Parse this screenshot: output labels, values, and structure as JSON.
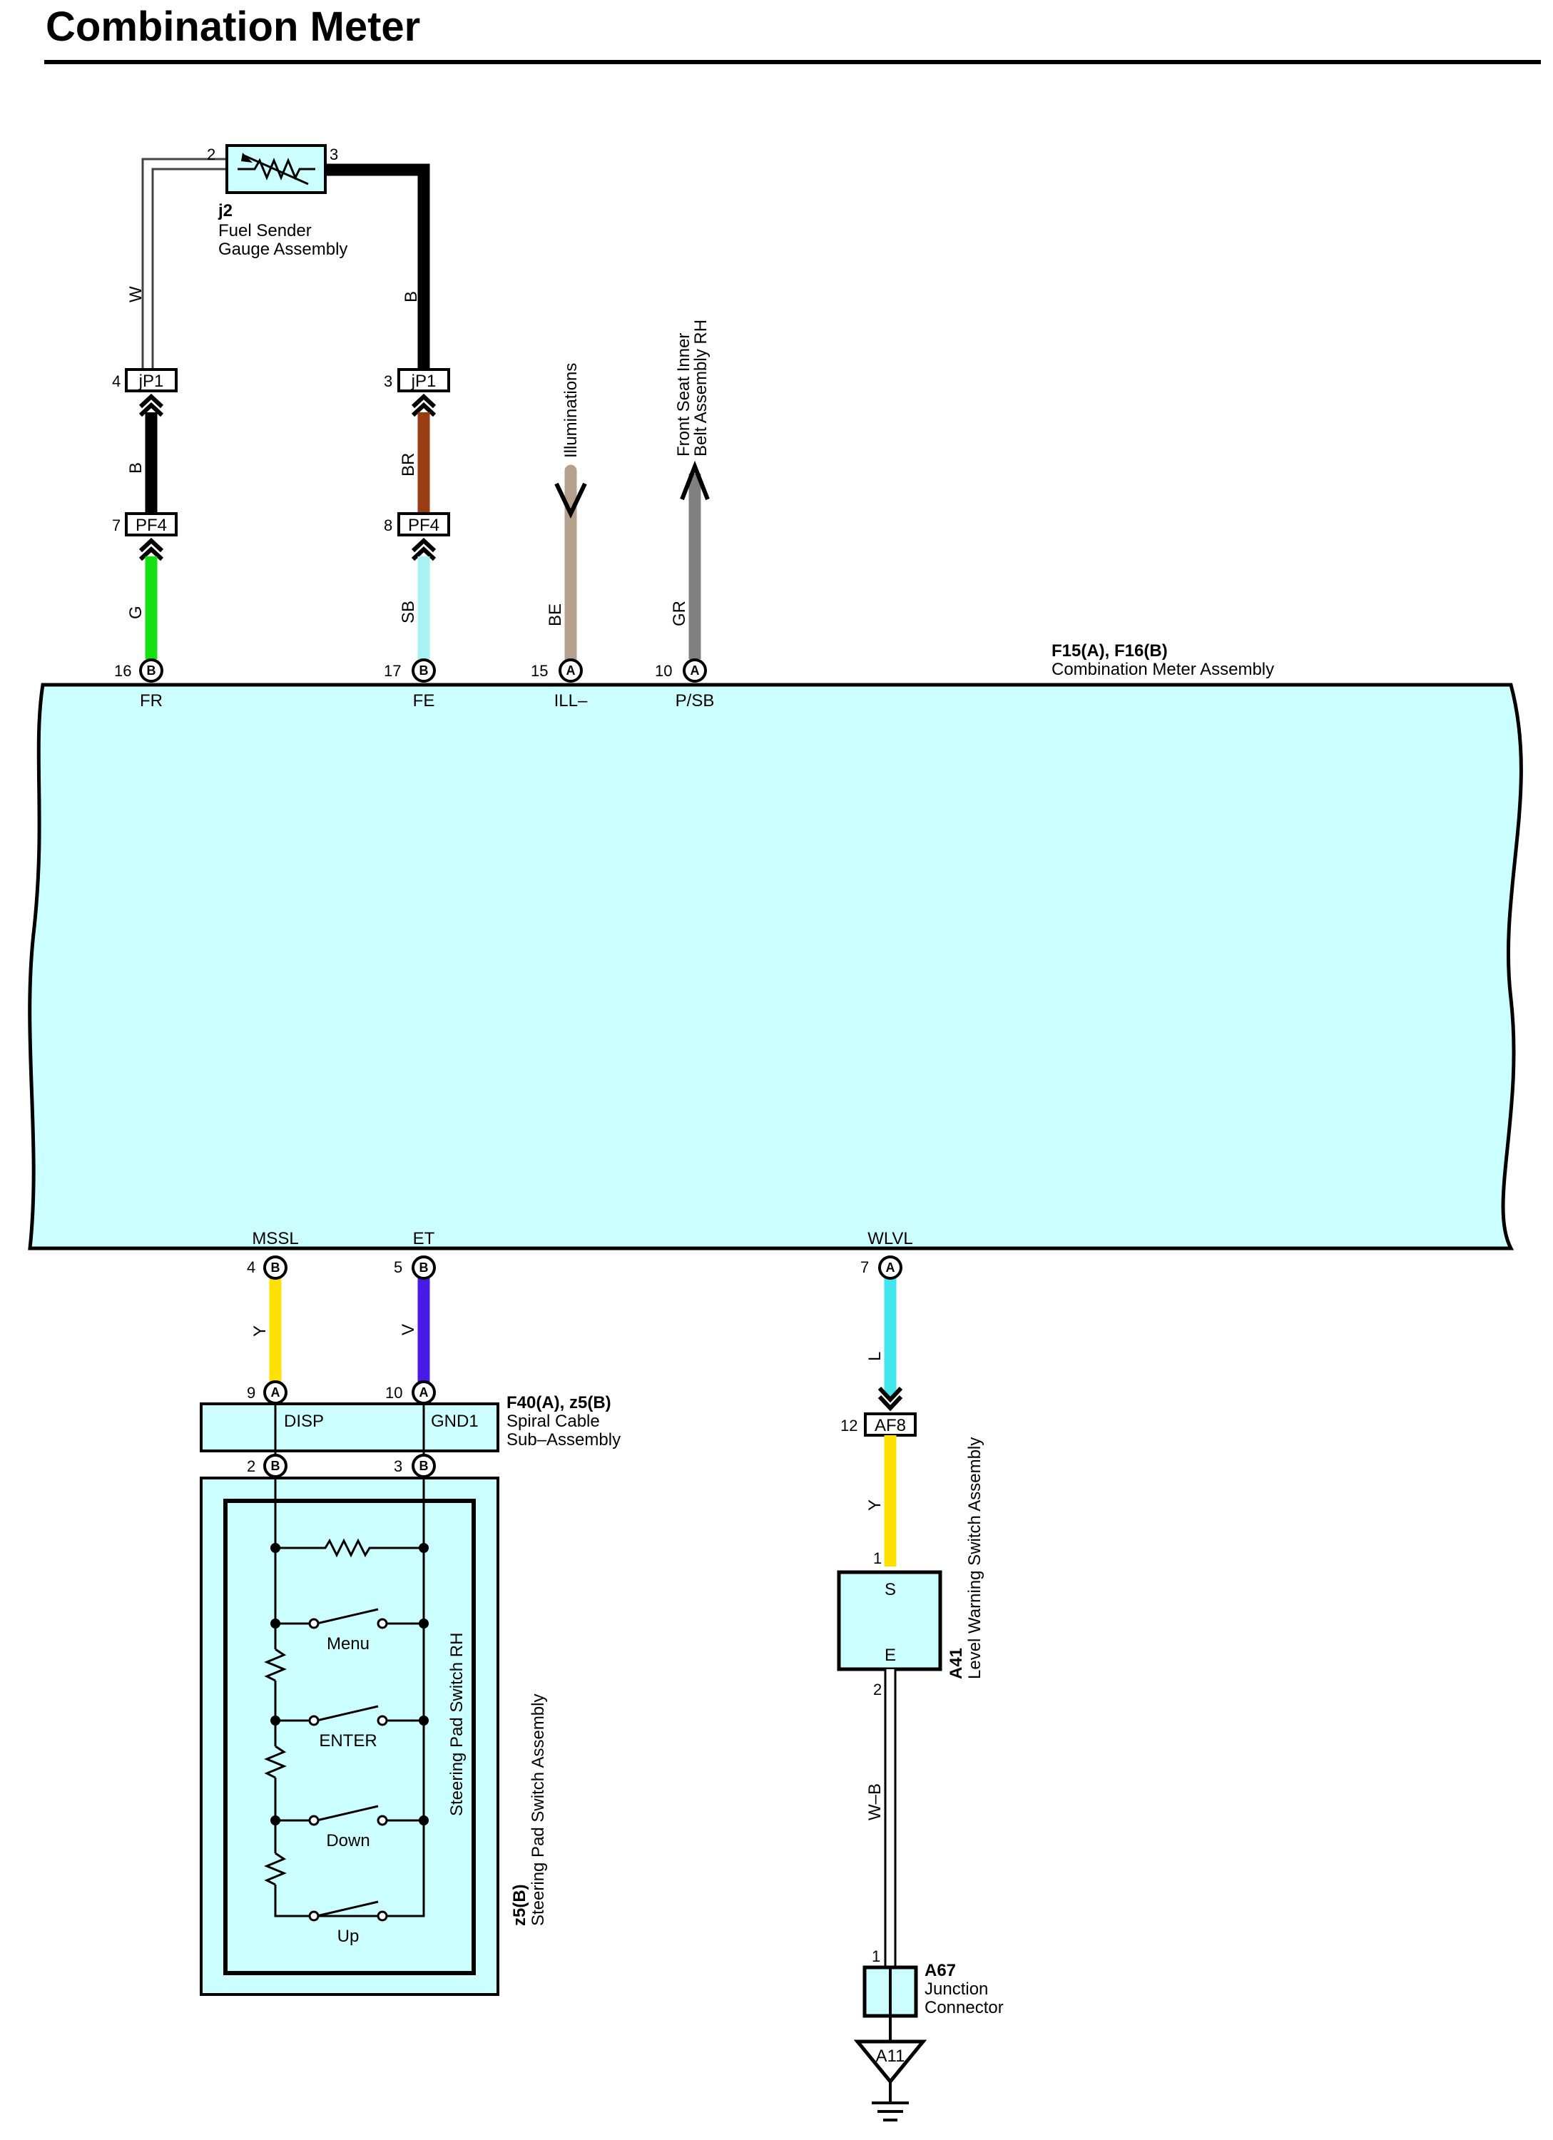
{
  "title": "Combination Meter",
  "colors": {
    "component_fill": "#ccffff",
    "W": "#ffffff",
    "B": "#000000",
    "G": "#14e014",
    "BR": "#9a3d14",
    "SB": "#aaf2f2",
    "BE": "#b4a08c",
    "GR": "#808080",
    "Y": "#ffe000",
    "V": "#4a1ae6",
    "L": "#44e6ee",
    "W-B": "#ffffff"
  },
  "components": {
    "fuel_sender": {
      "code": "j2",
      "name_line1": "Fuel Sender",
      "name_line2": "Gauge Assembly",
      "pin_left": "2",
      "pin_right": "3"
    },
    "meter": {
      "code": "F15(A), F16(B)",
      "name": "Combination Meter Assembly"
    },
    "spiral": {
      "code": "F40(A), z5(B)",
      "name_line1": "Spiral Cable",
      "name_line2": "Sub–Assembly",
      "term_left": "DISP",
      "term_right": "GND1"
    },
    "steering_pad": {
      "code": "z5(B)",
      "name": "Steering Pad Switch Assembly",
      "inner_name": "Steering Pad Switch RH"
    },
    "level_switch": {
      "code": "A41",
      "name": "Level Warning Switch Assembly",
      "term_top": "S",
      "term_bottom": "E",
      "pin_top": "1",
      "pin_bottom": "2"
    },
    "junction": {
      "code": "A67",
      "name_line1": "Junction",
      "name_line2": "Connector",
      "pin": "1"
    },
    "ground": {
      "code": "A11"
    }
  },
  "connectors": {
    "jp1_left": {
      "code": "jP1",
      "pin": "4"
    },
    "jp1_right": {
      "code": "jP1",
      "pin": "3"
    },
    "pf4_left": {
      "code": "PF4",
      "pin": "7"
    },
    "pf4_right": {
      "code": "PF4",
      "pin": "8"
    },
    "af8": {
      "code": "AF8",
      "pin": "12"
    }
  },
  "meter_pins_top": [
    {
      "pin": "16",
      "conn": "B",
      "term": "FR"
    },
    {
      "pin": "17",
      "conn": "B",
      "term": "FE"
    },
    {
      "pin": "15",
      "conn": "A",
      "term": "ILL–"
    },
    {
      "pin": "10",
      "conn": "A",
      "term": "P/SB"
    }
  ],
  "meter_pins_bottom": [
    {
      "pin": "4",
      "conn": "B",
      "term": "MSSL"
    },
    {
      "pin": "5",
      "conn": "B",
      "term": "ET"
    },
    {
      "pin": "7",
      "conn": "A",
      "term": "WLVL"
    }
  ],
  "spiral_pins_top": [
    {
      "pin": "9",
      "conn": "A"
    },
    {
      "pin": "10",
      "conn": "A"
    }
  ],
  "spiral_pins_bottom": [
    {
      "pin": "2",
      "conn": "B"
    },
    {
      "pin": "3",
      "conn": "B"
    }
  ],
  "wire_labels": {
    "fuel_w": "W",
    "fuel_b": "B",
    "left_b": "B",
    "left_g": "G",
    "right_br": "BR",
    "right_sb": "SB",
    "be": "BE",
    "gr": "GR",
    "y_top": "Y",
    "v": "V",
    "l": "L",
    "y_af8": "Y",
    "wb": "W–B"
  },
  "destinations": {
    "illuminations": "Illuminations",
    "seat_belt_line1": "Front Seat Inner",
    "seat_belt_line2": "Belt Assembly RH"
  },
  "switches": [
    "Menu",
    "ENTER",
    "Down",
    "Up"
  ]
}
